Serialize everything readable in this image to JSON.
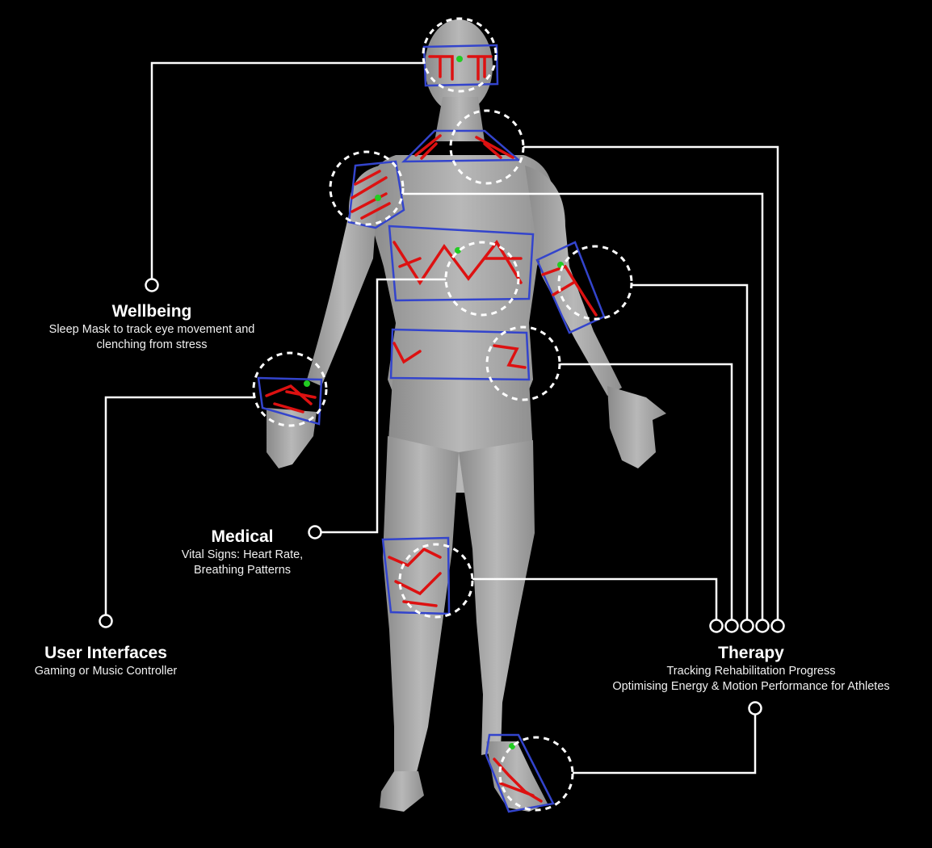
{
  "categories": {
    "wellbeing": {
      "title": "Wellbeing",
      "desc": [
        "Sleep Mask to track eye movement and",
        "clenching from stress"
      ]
    },
    "medical": {
      "title": "Medical",
      "desc": [
        "Vital Signs: Heart Rate,",
        "Breathing Patterns"
      ]
    },
    "user_interfaces": {
      "title": "User Interfaces",
      "desc": [
        "Gaming or Music Controller"
      ]
    },
    "therapy": {
      "title": "Therapy",
      "desc": [
        "Tracking Rehabilitation Progress",
        "Optimising Energy & Motion Performance for Athletes"
      ]
    }
  },
  "colors": {
    "background": "#000000",
    "body": "#a9a9a9",
    "garment_outline": "#3344cc",
    "sensor_trace": "#dd1111",
    "sensor_node": "#22cc22",
    "callout": "#ffffff"
  },
  "sensor_zones": [
    "head-mask",
    "neck",
    "right-shoulder",
    "chest",
    "left-forearm",
    "right-wrist",
    "waist",
    "right-knee",
    "left-ankle"
  ]
}
